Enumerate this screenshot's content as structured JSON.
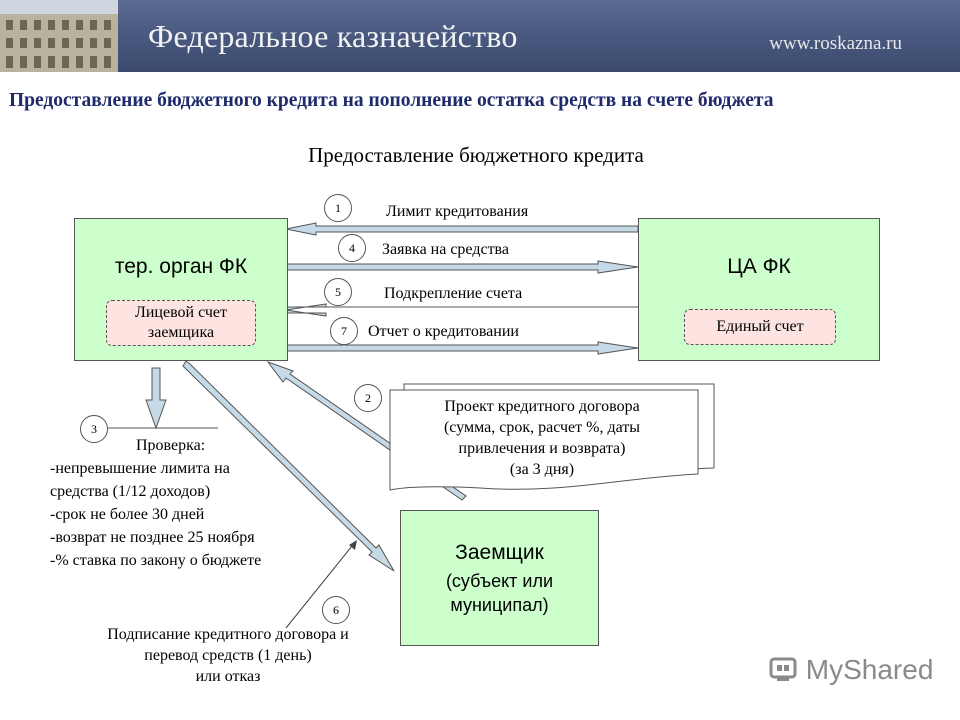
{
  "header": {
    "title": "Федеральное казначейство",
    "url": "www.roskazna.ru"
  },
  "page_title": "Предоставление бюджетного кредита на пополнение остатка средств на счете бюджета",
  "diagram_title": "Предоставление бюджетного кредита",
  "nodes": {
    "ter_organ": {
      "title": "тер. орган ФК",
      "account": "Лицевой счет заемщика"
    },
    "ca_fk": {
      "title": "ЦА ФК",
      "account": "Единый счет"
    },
    "borrower": {
      "line1": "Заемщик",
      "line2": "(субъект или",
      "line3": "муниципал)"
    }
  },
  "flows": {
    "f1": {
      "num": "1",
      "label": "Лимит кредитования"
    },
    "f4": {
      "num": "4",
      "label": "Заявка на средства"
    },
    "f5": {
      "num": "5",
      "label": "Подкрепление счета"
    },
    "f7": {
      "num": "7",
      "label": "Отчет о кредитовании"
    },
    "f2": {
      "num": "2"
    },
    "f3": {
      "num": "3"
    },
    "f6": {
      "num": "6"
    }
  },
  "document": {
    "line1": "Проект кредитного договора",
    "line2": "(сумма, срок, расчет %, даты",
    "line3": "привлечения и возврата)",
    "line4": "(за 3 дня)"
  },
  "check": {
    "title": "Проверка:",
    "items": [
      "-непревышение лимита на",
      "средства (1/12 доходов)",
      "-срок не более 30 дней",
      "-возврат не позднее 25 ноября",
      "-% ставка по закону о бюджете"
    ]
  },
  "signing": {
    "line1": "Подписание кредитного договора и",
    "line2": "перевод средств (1 день)",
    "line3": "или отказ"
  },
  "watermark": "MyShared",
  "colors": {
    "header_bg": "#4a5a80",
    "title_blue": "#1f2a6a",
    "box_green": "#ccffcc",
    "account_pink": "#fde4e0",
    "arrow_fill": "#c5d9e6"
  }
}
